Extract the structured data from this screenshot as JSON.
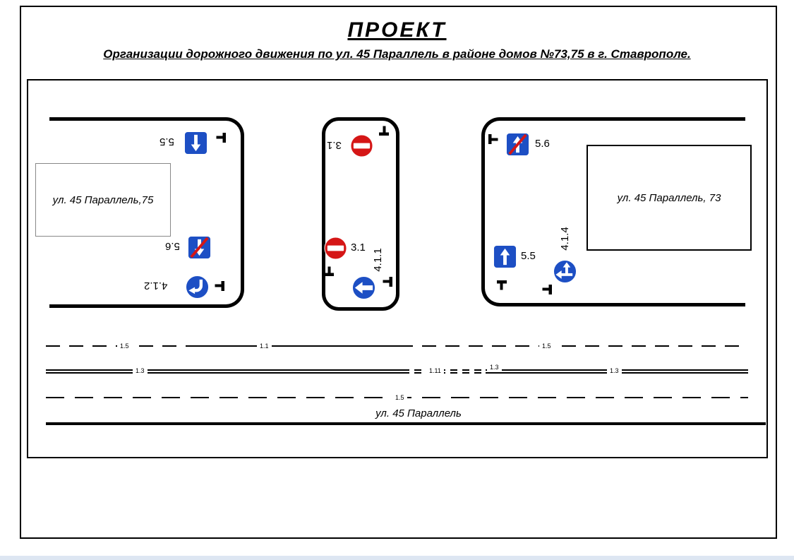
{
  "title": "ПРОЕКТ",
  "subtitle": "Организации дорожного движения по ул. 45 Параллель в районе домов №73,75  в г. Ставрополе.",
  "plan": {
    "street_name": "ул. 45 Параллель",
    "buildings": {
      "left_label": "ул. 45 Параллель,75",
      "right_label": "ул. 45 Параллель, 73"
    },
    "signs": {
      "left_one_way": "5.5",
      "left_one_way_end": "5.6",
      "left_turn": "4.1.2",
      "mid_no_entry_top": "3.1",
      "mid_no_entry": "3.1",
      "mid_straight": "4.1.1",
      "right_one_way_end": "5.6",
      "right_one_way": "5.5",
      "right_straight_or_right": "4.1.4"
    },
    "markings": {
      "line1_left": "1.5",
      "line1_mid": "1.1",
      "line1_right": "1.5",
      "line2_left": "1.3",
      "line2_mid": "1.11",
      "line2_mid2": "1.3",
      "line2_right": "1.3",
      "line3": "1.5"
    }
  },
  "colors": {
    "sign_blue": "#1d4fc4",
    "sign_red": "#d51616"
  }
}
